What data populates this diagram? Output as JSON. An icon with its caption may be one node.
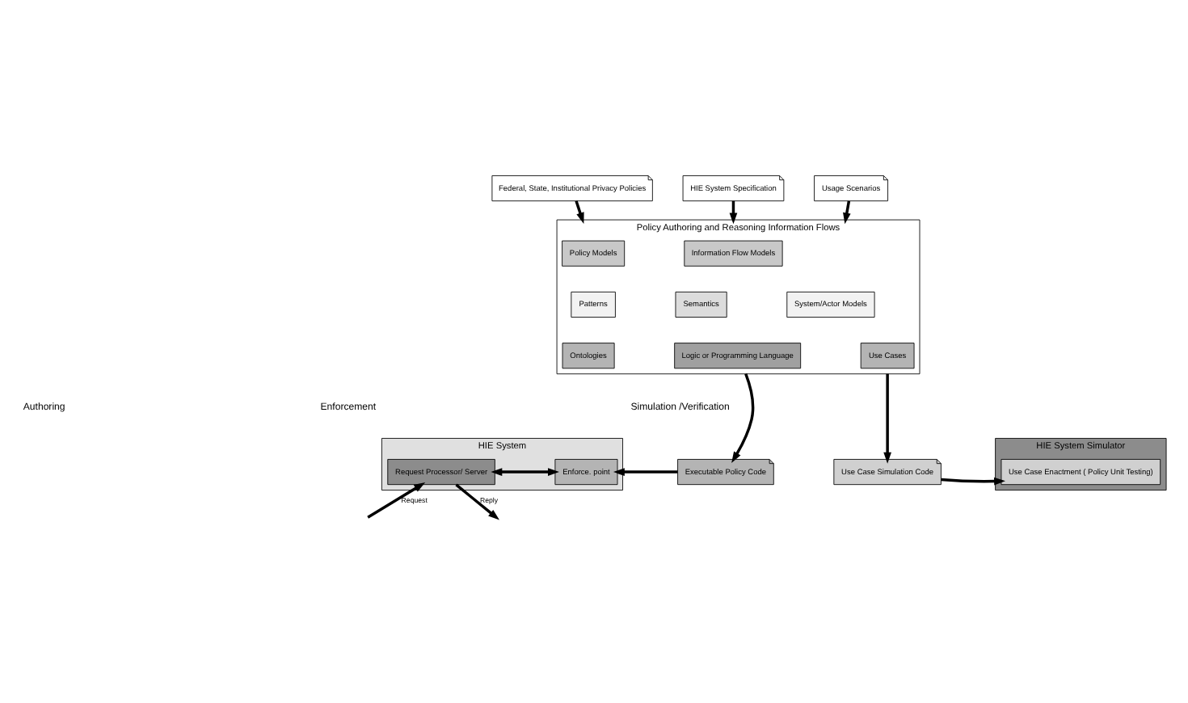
{
  "diagram": {
    "nodes": [
      {
        "text": [
          "Federal, State, Institutional Privacy Policies"
        ]
      },
      {
        "text": [
          "Policy Authoring and Reasoning Information Flows"
        ]
      },
      {
        "text": [
          "Policy Models"
        ],
        "in": 1
      },
      {
        "text": [
          "Information Flow Models"
        ],
        "in": 1
      },
      {
        "text": [
          "Patterns"
        ],
        "in": 1
      },
      {
        "text": [
          "Semantics"
        ],
        "in": 1
      },
      {
        "text": [
          "System/Actor Models"
        ],
        "in": 1
      },
      {
        "text": [
          "Ontologies"
        ],
        "in": 1
      },
      {
        "text": [
          "Logic or Programming Language"
        ],
        "in": 1
      },
      {
        "text": [
          "Use Cases"
        ],
        "in": 1
      },
      {
        "text": [
          "HIE System Specification"
        ]
      },
      {
        "text": [
          "Usage Scenarios"
        ]
      },
      {
        "text": [
          "HIE System"
        ]
      },
      {
        "text": [
          "Request Processor/ Server"
        ],
        "in": 12
      },
      {
        "text": [
          "Enforce. point"
        ],
        "in": 12
      },
      {
        "text": [
          "Executable Policy Code"
        ]
      },
      {
        "text": [
          "Use Case Simulation Code"
        ]
      },
      {
        "text": [
          "HIE System Simulator"
        ]
      },
      {
        "text": [
          "Use Case Enactment ( Policy Unit Testing)"
        ],
        "in": 17
      }
    ],
    "edges": [
      {
        "from": 0,
        "to": 1,
        "arrow": "to"
      },
      {
        "from": 10,
        "to": 1,
        "arrow": "to"
      },
      {
        "from": 11,
        "to": 1,
        "arrow": "to"
      },
      {
        "from": 1,
        "to": 15,
        "arrow": "to"
      },
      {
        "from": 1,
        "to": 16,
        "arrow": "to"
      },
      {
        "from": 15,
        "to": 14,
        "arrow": "to"
      },
      {
        "from": 13,
        "to": 14,
        "arrow": "both"
      },
      {
        "from": 16,
        "to": 18,
        "arrow": "to"
      },
      {
        "from": null,
        "to": 13,
        "arrow": "to",
        "label": "Request"
      },
      {
        "from": 13,
        "to": null,
        "arrow": "to",
        "label": "Reply"
      }
    ],
    "labels": [
      "Authoring",
      "Enforcement",
      "Simulation /Verification"
    ]
  }
}
